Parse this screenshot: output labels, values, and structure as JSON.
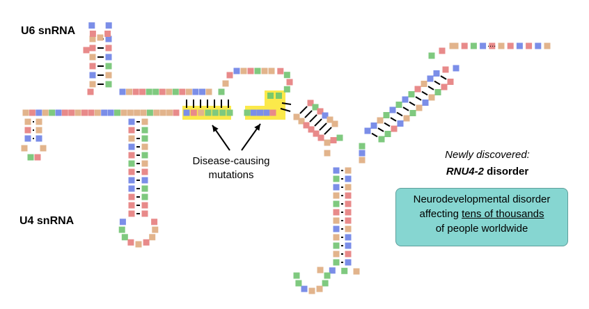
{
  "labels": {
    "u6": "U6 snRNA",
    "u4": "U4 snRNA",
    "mutations": [
      "Disease-causing",
      "mutations"
    ],
    "new_prefix": "Newly discovered:",
    "disorder_name": "RNU4-2",
    "disorder_suffix": " disorder",
    "info_box": {
      "line1": "Neurodevelopmental disorder",
      "line2_pre": "affecting ",
      "line2_underlined": "tens of thousands",
      "line3": "of people worldwide"
    }
  },
  "colors": {
    "A": "#e88a8a",
    "U": "#e2b48c",
    "G": "#7b8ee8",
    "C": "#7fc97f",
    "highlight": "#fbe94a",
    "pair_line": "#000000",
    "info_fill": "#86d6d1"
  }
}
